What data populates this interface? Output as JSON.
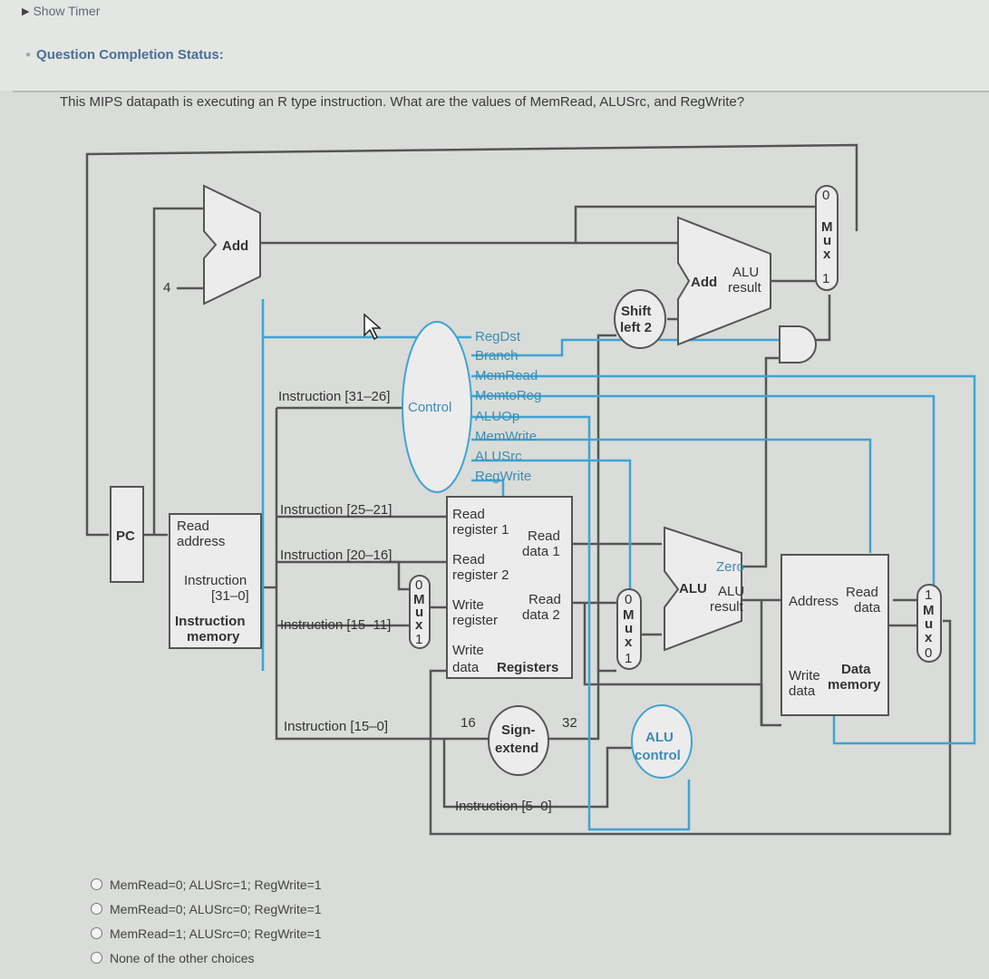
{
  "header": {
    "show_timer": "Show Timer",
    "status_label": "Question Completion Status:"
  },
  "question": {
    "text": "This MIPS datapath is executing an R type instruction. What are the values of MemRead, ALUSrc, and RegWrite?"
  },
  "diagram": {
    "add_top": "Add",
    "const_four": "4",
    "add_alu": "Add",
    "alu_result_top": "ALU",
    "alu_result_bottom": "result",
    "shift_left_top": "Shift",
    "shift_left_bottom": "left 2",
    "control": "Control",
    "control_signals": [
      "RegDst",
      "Branch",
      "MemRead",
      "MemtoReg",
      "ALUOp",
      "MemWrite",
      "ALUSrc",
      "RegWrite"
    ],
    "instr_31_26": "Instruction [31–26]",
    "instr_25_21": "Instruction [25–21]",
    "instr_20_16": "Instruction [20–16]",
    "instr_15_11": "Instruction [15–11]",
    "instr_15_0": "Instruction [15–0]",
    "instr_5_0": "Instruction [5–0]",
    "pc": "PC",
    "read_address_1": "Read",
    "read_address_2": "address",
    "instruction_label": "Instruction",
    "instruction_bits": "[31–0]",
    "instr_mem_1": "Instruction",
    "instr_mem_2": "memory",
    "reg_read_reg1_a": "Read",
    "reg_read_reg1_b": "register 1",
    "reg_read_reg2_a": "Read",
    "reg_read_reg2_b": "register 2",
    "reg_write_reg_a": "Write",
    "reg_write_reg_b": "register",
    "reg_write_data_a": "Write",
    "reg_write_data_b": "data",
    "reg_read_data1_a": "Read",
    "reg_read_data1_b": "data 1",
    "reg_read_data2_a": "Read",
    "reg_read_data2_b": "data 2",
    "registers": "Registers",
    "alu": "ALU",
    "zero": "Zero",
    "alu_result_a": "ALU",
    "alu_result_b": "result",
    "address": "Address",
    "read_data_a": "Read",
    "read_data_b": "data",
    "write_data_a": "Write",
    "write_data_b": "data",
    "data_mem_a": "Data",
    "data_mem_b": "memory",
    "sign_extend_a": "Sign-",
    "sign_extend_b": "extend",
    "bits_16": "16",
    "bits_32": "32",
    "alu_control_a": "ALU",
    "alu_control_b": "control",
    "mux_letters": [
      "M",
      "u",
      "x"
    ],
    "mux_zero": "0",
    "mux_one": "1"
  },
  "choices": [
    "MemRead=0; ALUSrc=1; RegWrite=1",
    "MemRead=0; ALUSrc=0; RegWrite=1",
    "MemRead=1; ALUSrc=0; RegWrite=1",
    "None of the other choices"
  ],
  "colors": {
    "wire": "#555555",
    "control_wire": "#3fa3d4",
    "status_blue": "#4a6f99"
  }
}
